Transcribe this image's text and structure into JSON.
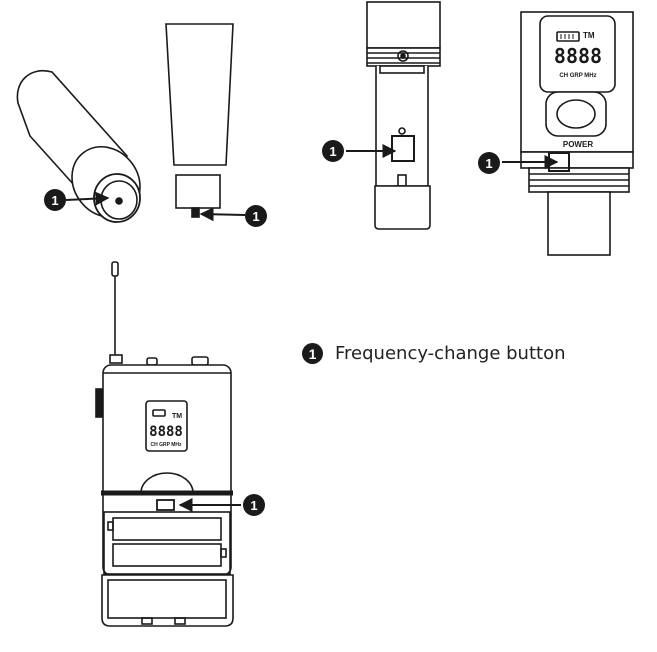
{
  "callout_number": "1",
  "legend": {
    "marker": "1",
    "text": "Frequency-change button"
  },
  "labels": {
    "power": "POWER",
    "tm": "TM",
    "segments": "8888",
    "status_row": "CH GRP MHz"
  },
  "colors": {
    "ink": "#1a1a1a",
    "background": "#ffffff"
  }
}
